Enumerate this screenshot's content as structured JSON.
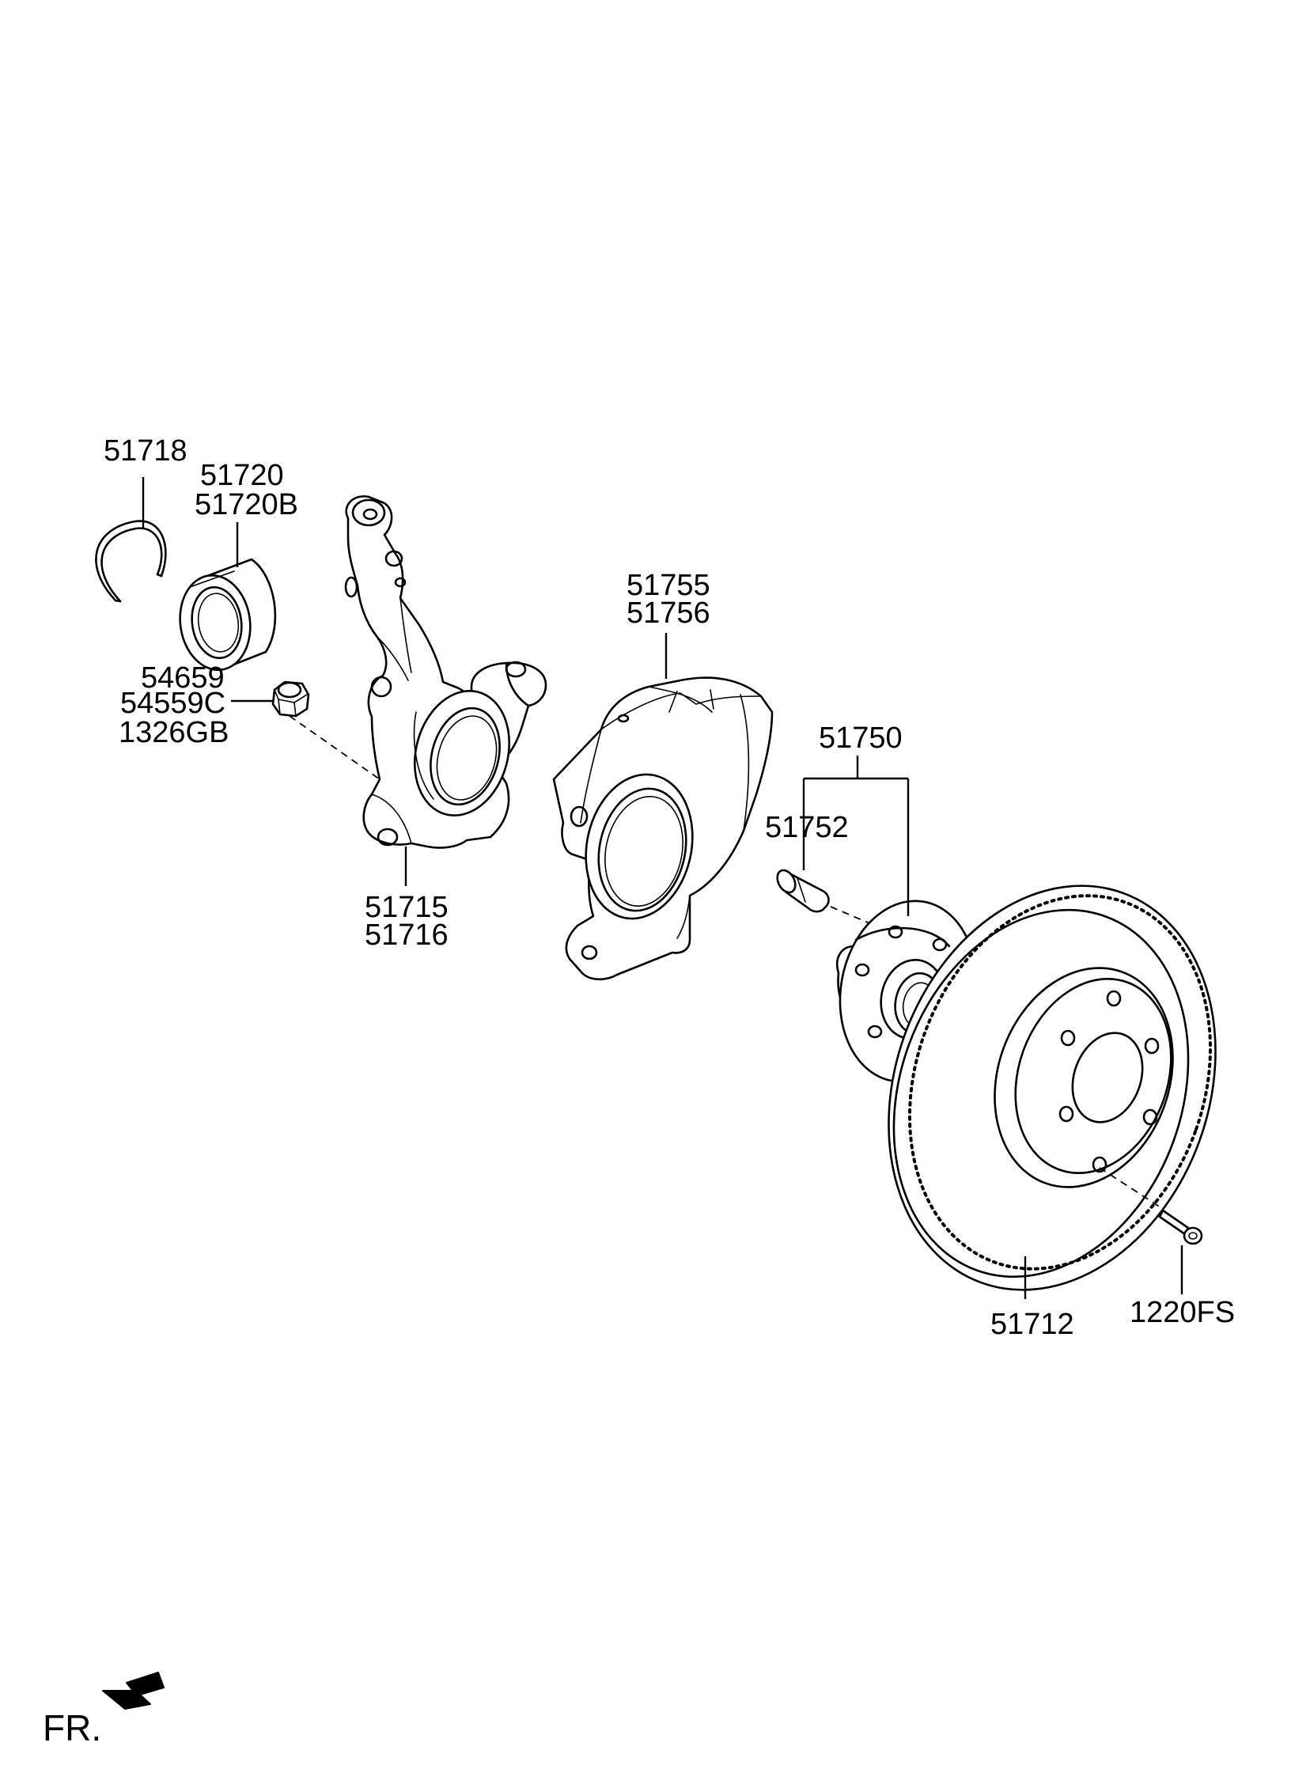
{
  "labels": {
    "p51718": "51718",
    "p51720": "51720",
    "p51720B": "51720B",
    "p54659": "54659",
    "p54559C": "54559C",
    "p1326GB": "1326GB",
    "p51715": "51715",
    "p51716": "51716",
    "p51755": "51755",
    "p51756": "51756",
    "p51750": "51750",
    "p51752": "51752",
    "p51712": "51712",
    "p1220FS": "1220FS"
  },
  "direction": {
    "label": "FR."
  },
  "icons": {
    "direction_arrow": "front-direction-arrow-icon"
  },
  "colors": {
    "line": "#000000",
    "background": "#ffffff"
  }
}
